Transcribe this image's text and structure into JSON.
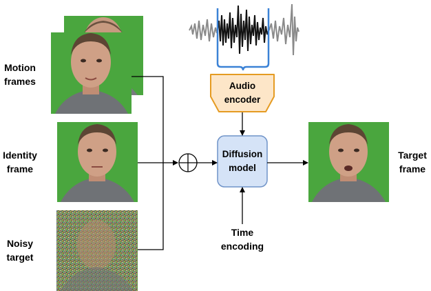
{
  "labels": {
    "motion_line1": "Motion",
    "motion_line2": "frames",
    "identity_line1": "Identity",
    "identity_line2": "frame",
    "noisy_line1": "Noisy",
    "noisy_line2": "target",
    "target_line1": "Target",
    "target_line2": "frame",
    "time_line1": "Time",
    "time_line2": "encoding"
  },
  "boxes": {
    "audio_encoder_line1": "Audio",
    "audio_encoder_line2": "encoder",
    "diffusion_line1": "Diffusion",
    "diffusion_line2": "model"
  },
  "colors": {
    "green_screen": "#4aa63e",
    "audio_box_fill": "#fde6c8",
    "audio_box_stroke": "#e59b22",
    "diffusion_box_fill": "#d5e3f7",
    "diffusion_box_stroke": "#6f93c8",
    "waveform_selected": "#111111",
    "waveform_faded": "#8a8a8a",
    "bracket": "#3b82d6"
  },
  "icons": {
    "combine": "circled-plus-icon"
  }
}
